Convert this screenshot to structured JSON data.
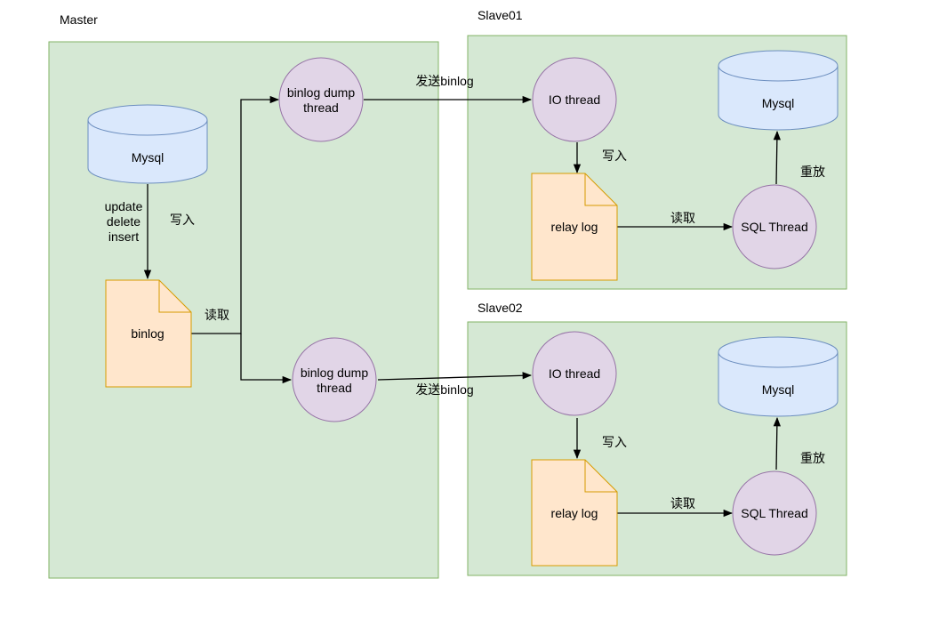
{
  "colors": {
    "panel_fill": "#d5e8d4",
    "panel_stroke": "#82b366",
    "db_fill": "#dae8fc",
    "db_stroke": "#6c8ebf",
    "doc_fill": "#ffe6cc",
    "doc_stroke": "#d79b00",
    "thread_fill": "#e1d5e7",
    "thread_stroke": "#9673a6",
    "edge": "#000000"
  },
  "master": {
    "title": "Master",
    "mysql": "Mysql",
    "ops": [
      "update",
      "delete",
      "insert"
    ],
    "write_label": "写入",
    "binlog": "binlog",
    "read_label": "读取",
    "dump_thread_1": [
      "binlog dump",
      "thread"
    ],
    "dump_thread_2": [
      "binlog dump",
      "thread"
    ]
  },
  "slave01": {
    "title": "Slave01",
    "send_label": "发送binlog",
    "io_thread": "IO thread",
    "write_label": "写入",
    "relay_log": "relay log",
    "read_label": "读取",
    "sql_thread": "SQL Thread",
    "replay_label": "重放",
    "mysql": "Mysql"
  },
  "slave02": {
    "title": "Slave02",
    "send_label": "发送binlog",
    "io_thread": "IO thread",
    "write_label": "写入",
    "relay_log": "relay log",
    "read_label": "读取",
    "sql_thread": "SQL Thread",
    "replay_label": "重放",
    "mysql": "Mysql"
  }
}
